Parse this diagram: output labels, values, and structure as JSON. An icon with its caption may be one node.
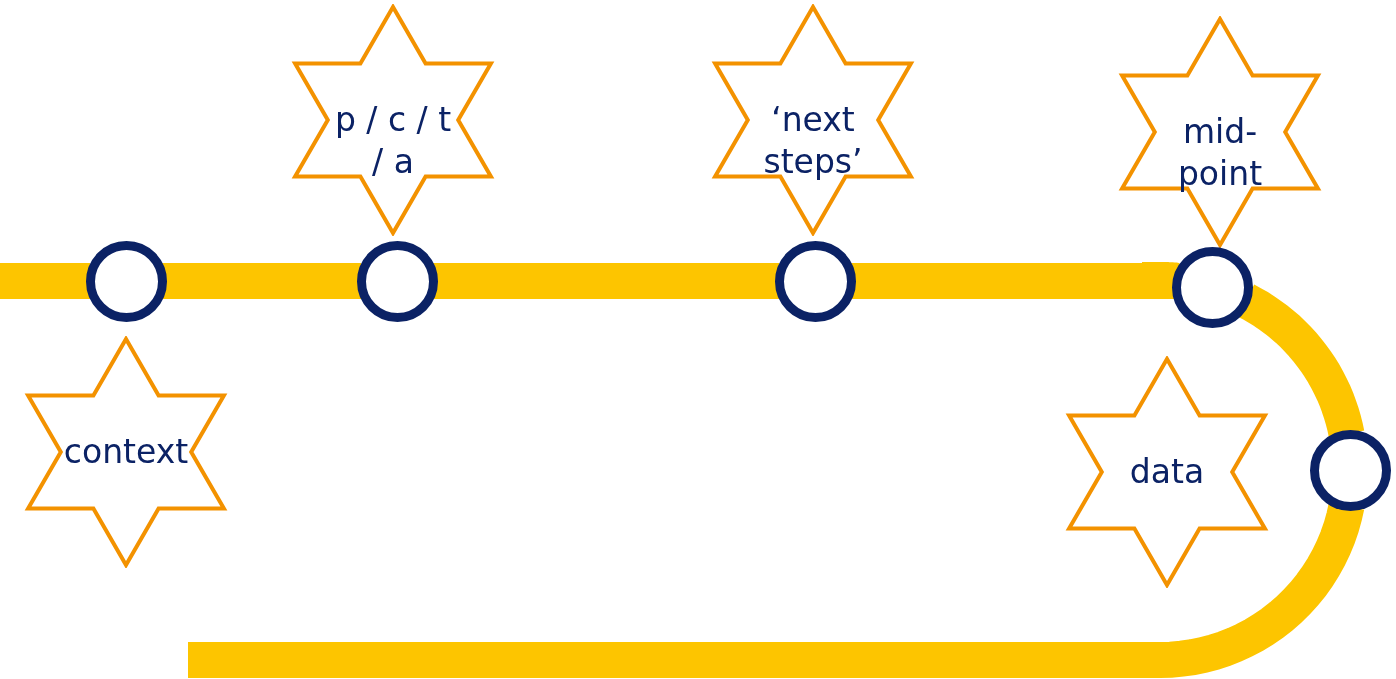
{
  "diagram": {
    "nodes": [
      {
        "text": [
          "p / c / t / a"
        ]
      },
      {
        "text": [
          "‘next steps’"
        ]
      },
      {
        "text": [
          "mid-point"
        ]
      },
      {
        "text": [],
        "shape": "circle"
      },
      {
        "text": [],
        "shape": "circle"
      },
      {
        "text": [],
        "shape": "circle"
      },
      {
        "text": [],
        "shape": "circle"
      },
      {
        "text": [],
        "shape": "circle"
      },
      {
        "text": [
          "context"
        ]
      },
      {
        "text": [
          "data"
        ]
      }
    ],
    "edges": [
      {
        "from": null,
        "to": 3,
        "arrow": "none"
      },
      {
        "from": 3,
        "to": 4,
        "arrow": "none"
      },
      {
        "from": 4,
        "to": 5,
        "arrow": "none"
      },
      {
        "from": 5,
        "to": 6,
        "arrow": "none"
      },
      {
        "from": 6,
        "to": 7,
        "arrow": "none"
      },
      {
        "from": 7,
        "to": null,
        "arrow": "none"
      }
    ]
  }
}
